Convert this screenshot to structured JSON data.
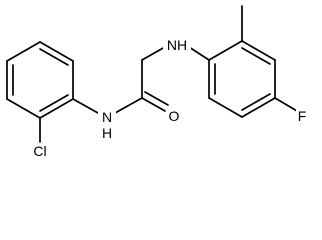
{
  "molecule": {
    "atoms": {
      "amine_nh": "NH",
      "amide_nh": "N\nH",
      "carbonyl_o": "O",
      "chloro": "Cl",
      "fluoro": "F"
    }
  }
}
